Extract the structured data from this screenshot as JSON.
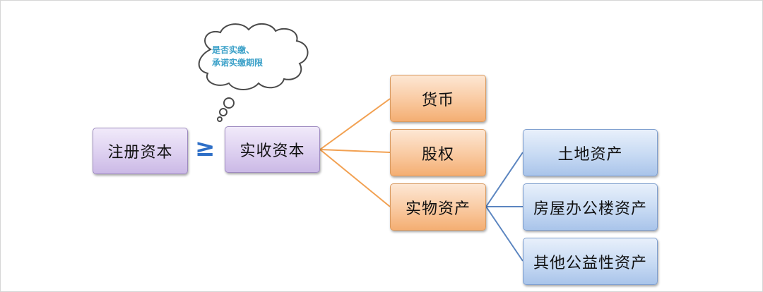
{
  "diagram": {
    "registered_capital": "注册资本",
    "relation_symbol": "≥",
    "paid_in_capital": "实收资本",
    "thought_bubble": {
      "line1": "是否实缴、",
      "line2": "承诺实缴期限"
    },
    "contribution_types": [
      {
        "label": "货币"
      },
      {
        "label": "股权"
      },
      {
        "label": "实物资产"
      }
    ],
    "physical_assets": [
      {
        "label": "土地资产"
      },
      {
        "label": "房屋办公楼资产"
      },
      {
        "label": "其他公益性资产"
      }
    ],
    "colors": {
      "purple_box": "#ddd0f0",
      "orange_box": "#f9c9a0",
      "blue_box": "#c7daf3",
      "orange_connector": "#f2a152",
      "blue_connector": "#5b85c0",
      "symbol": "#2e6fc7",
      "bubble_text": "#3aa0c8"
    }
  }
}
